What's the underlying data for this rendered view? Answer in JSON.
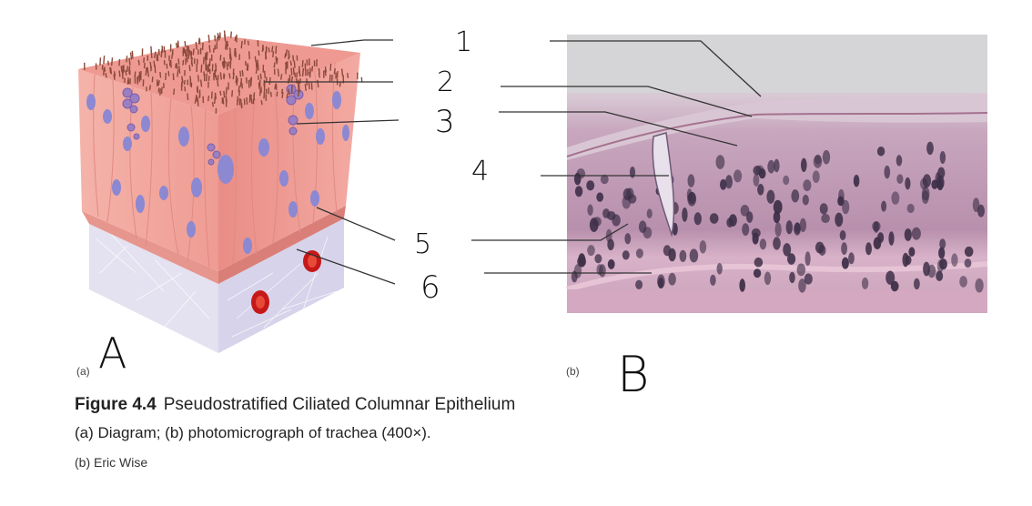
{
  "panels": [
    {
      "id": "a",
      "tag": "(a)",
      "handwritten_letter": "A"
    },
    {
      "id": "b",
      "tag": "(b)",
      "handwritten_letter": "B"
    }
  ],
  "labels": [
    "1",
    "2",
    "3",
    "4",
    "5",
    "6"
  ],
  "caption": {
    "figure_number": "Figure 4.4",
    "title": "Pseudostratified Ciliated Columnar Epithelium",
    "description": "(a) Diagram; (b) photomicrograph of trachea (400×).",
    "credit": "(b) Eric Wise"
  },
  "colors": {
    "cell_pink": "#f2a9a2",
    "cilia": "#8b4a3a",
    "nucleus": "#8a86cf",
    "goblet": "#9a7fc0",
    "connective": "#dedbee",
    "blood": "#cc1a1a",
    "photo_bg": "#d6d4d6",
    "photo_epithelium": "#b48aa8",
    "photo_nucleus": "#3e2f48"
  }
}
